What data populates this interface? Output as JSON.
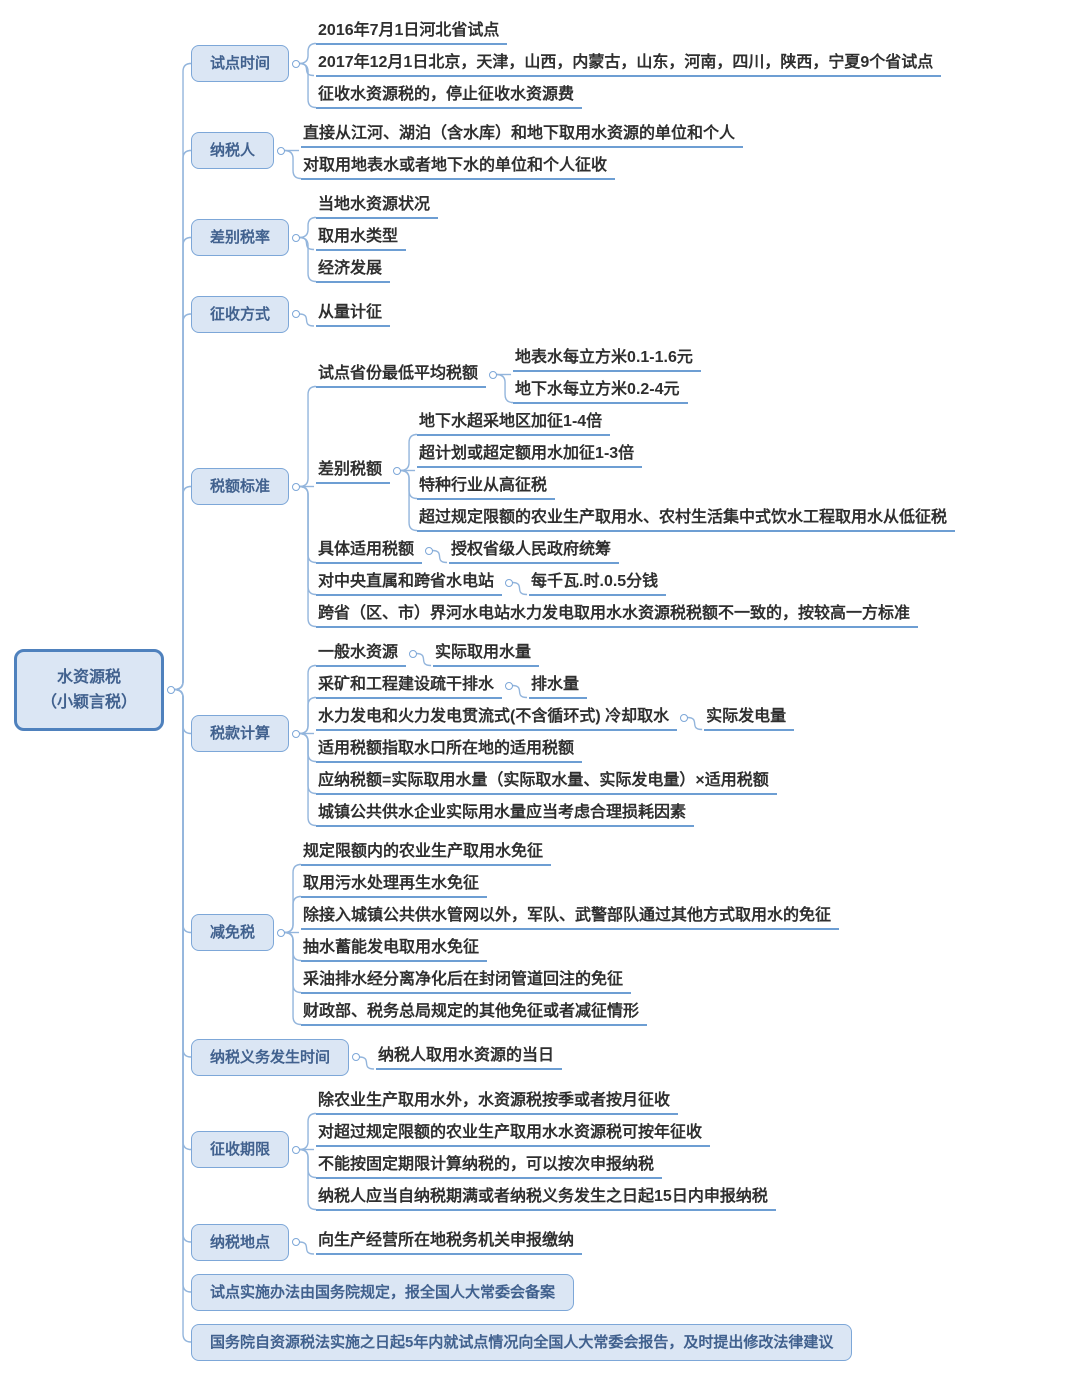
{
  "theme": {
    "accent": "#4f81bd",
    "box_fill": "#dbe6f4",
    "box_border": "#7da7d8",
    "box_text": "#41618e",
    "underline": "#6d9ed3",
    "line": "#93b5dc"
  },
  "root": {
    "line1": "水资源税",
    "line2": "（小颖言税）"
  },
  "branches": [
    {
      "label": "试点时间",
      "children": [
        {
          "label": "2016年7月1日河北省试点"
        },
        {
          "label": "2017年12月1日北京，天津，山西，内蒙古，山东，河南，四川，陕西，宁夏9个省试点"
        },
        {
          "label": "征收水资源税的，停止征收水资源费"
        }
      ]
    },
    {
      "label": "纳税人",
      "children": [
        {
          "label": "直接从江河、湖泊（含水库）和地下取用水资源的单位和个人"
        },
        {
          "label": "对取用地表水或者地下水的单位和个人征收"
        }
      ]
    },
    {
      "label": "差别税率",
      "children": [
        {
          "label": "当地水资源状况"
        },
        {
          "label": "取用水类型"
        },
        {
          "label": "经济发展"
        }
      ]
    },
    {
      "label": "征收方式",
      "children": [
        {
          "label": "从量计征"
        }
      ]
    },
    {
      "label": "税额标准",
      "children": [
        {
          "label": "试点省份最低平均税额",
          "children": [
            {
              "label": "地表水每立方米0.1-1.6元"
            },
            {
              "label": "地下水每立方米0.2-4元"
            }
          ]
        },
        {
          "label": "差别税额",
          "children": [
            {
              "label": "地下水超采地区加征1-4倍"
            },
            {
              "label": "超计划或超定额用水加征1-3倍"
            },
            {
              "label": "特种行业从高征税"
            },
            {
              "label": "超过规定限额的农业生产取用水、农村生活集中式饮水工程取用水从低征税"
            }
          ]
        },
        {
          "label": "具体适用税额",
          "children": [
            {
              "label": "授权省级人民政府统筹"
            }
          ]
        },
        {
          "label": "对中央直属和跨省水电站",
          "children": [
            {
              "label": "每千瓦.时.0.5分钱"
            }
          ]
        },
        {
          "label": "跨省（区、市）界河水电站水力发电取用水水资源税税额不一致的，按较高一方标准"
        }
      ]
    },
    {
      "label": "税款计算",
      "children": [
        {
          "label": "一般水资源",
          "children": [
            {
              "label": "实际取用水量"
            }
          ]
        },
        {
          "label": "采矿和工程建设疏干排水",
          "children": [
            {
              "label": "排水量"
            }
          ]
        },
        {
          "label": "水力发电和火力发电贯流式(不含循环式) 冷却取水",
          "children": [
            {
              "label": "实际发电量"
            }
          ]
        },
        {
          "label": "适用税额指取水口所在地的适用税额"
        },
        {
          "label": "应纳税额=实际取用水量（实际取水量、实际发电量）×适用税额"
        },
        {
          "label": "城镇公共供水企业实际用水量应当考虑合理损耗因素"
        }
      ]
    },
    {
      "label": "减免税",
      "children": [
        {
          "label": "规定限额内的农业生产取用水免征"
        },
        {
          "label": "取用污水处理再生水免征"
        },
        {
          "label": "除接入城镇公共供水管网以外，军队、武警部队通过其他方式取用水的免征"
        },
        {
          "label": "抽水蓄能发电取用水免征"
        },
        {
          "label": "采油排水经分离净化后在封闭管道回注的免征"
        },
        {
          "label": "财政部、税务总局规定的其他免征或者减征情形"
        }
      ]
    },
    {
      "label": "纳税义务发生时间",
      "children": [
        {
          "label": "纳税人取用水资源的当日"
        }
      ]
    },
    {
      "label": "征收期限",
      "children": [
        {
          "label": "除农业生产取用水外，水资源税按季或者按月征收"
        },
        {
          "label": "对超过规定限额的农业生产取用水水资源税可按年征收"
        },
        {
          "label": "不能按固定期限计算纳税的，可以按次申报纳税"
        },
        {
          "label": "纳税人应当自纳税期满或者纳税义务发生之日起15日内申报纳税"
        }
      ]
    },
    {
      "label": "纳税地点",
      "children": [
        {
          "label": "向生产经营所在地税务机关申报缴纳"
        }
      ]
    },
    {
      "label": "试点实施办法由国务院规定，报全国人大常委会备案"
    },
    {
      "label": "国务院自资源税法实施之日起5年内就试点情况向全国人大常委会报告，及时提出修改法律建议"
    }
  ]
}
